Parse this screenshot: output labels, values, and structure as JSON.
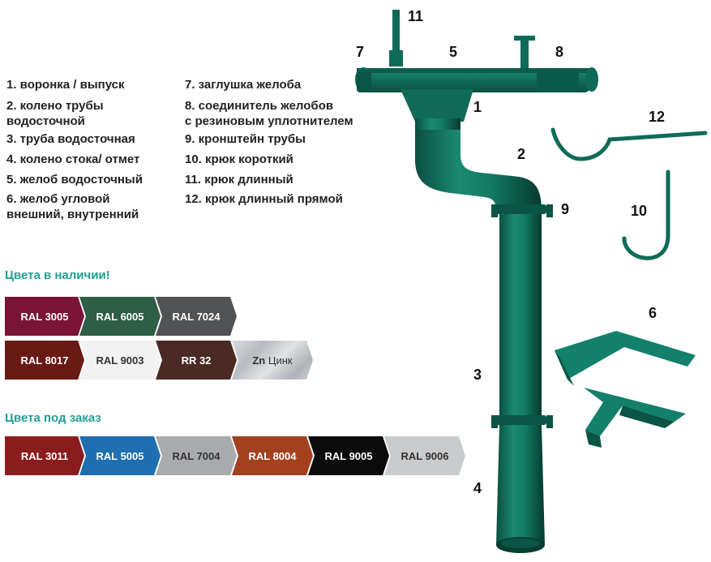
{
  "legend": [
    "1. воронка / выпуск",
    "2. колено трубы\nводосточной",
    "3. труба водосточная",
    "4. колено стока/ отмет",
    "5. желоб водосточный",
    "6. желоб угловой\nвнешний, внутренний",
    "7. заглушка желоба",
    "8. соединитель желобов\nс резиновым уплотнителем",
    "9. кронштейн трубы",
    "10. крюк короткий",
    "11. крюк длинный",
    "12. крюк длинный прямой"
  ],
  "colors_in_stock": {
    "title": "Цвета в наличии!",
    "row1": [
      {
        "label": "RAL 3005",
        "color": "#7a1437"
      },
      {
        "label": "RAL 6005",
        "color": "#2e5e45"
      },
      {
        "label": "RAL 7024",
        "color": "#515254"
      }
    ],
    "row2": [
      {
        "label": "RAL 8017",
        "color": "#6a1a15"
      },
      {
        "label": "RAL 9003",
        "color": "#f4f4f4"
      },
      {
        "label": "RR 32",
        "color": "#4a2a22"
      },
      {
        "label": "Zn",
        "sublabel": "Цинк",
        "color": "#c9ccd0"
      }
    ]
  },
  "colors_on_order": {
    "title": "Цвета под заказ",
    "row": [
      {
        "label": "RAL 3011",
        "color": "#8b1c1e"
      },
      {
        "label": "RAL 5005",
        "color": "#1f6fb0"
      },
      {
        "label": "RAL 7004",
        "color": "#a3a5a8"
      },
      {
        "label": "RAL 8004",
        "color": "#a3411f"
      },
      {
        "label": "RAL 9005",
        "color": "#0b0b0b"
      },
      {
        "label": "RAL 9006",
        "color": "#c2c4c6"
      }
    ]
  },
  "callouts": [
    "11",
    "7",
    "5",
    "8",
    "1",
    "2",
    "12",
    "9",
    "10",
    "6",
    "3",
    "4"
  ],
  "accent_green": "#0f6b57"
}
